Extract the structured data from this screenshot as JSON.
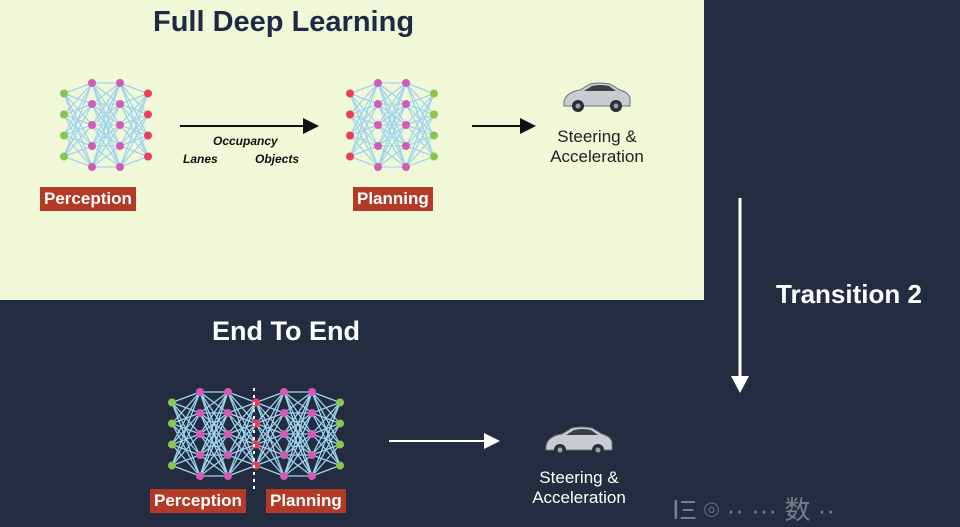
{
  "top": {
    "title": "Full Deep Learning",
    "perception_label": "Perception",
    "planning_label": "Planning",
    "intermediate": {
      "occupancy": "Occupancy",
      "lanes": "Lanes",
      "objects": "Objects"
    },
    "output": {
      "line1": "Steering &",
      "line2": "Acceleration"
    }
  },
  "transition_label": "Transition 2",
  "bottom": {
    "title": "End To End",
    "perception_label": "Perception",
    "planning_label": "Planning",
    "output": {
      "line1": "Steering &",
      "line2": "Acceleration"
    }
  },
  "watermark": "ⅠΞ ⌾ ·· ··· 数 ··",
  "colors": {
    "top_panel_bg": "#f1f8d8",
    "dark_bg": "#232c40",
    "label_red": "#b23a27",
    "node_pink": "#d55ab6",
    "node_green": "#8ac64f",
    "node_red": "#e8405a",
    "edge_blue": "#9fd4ee"
  },
  "icons": [
    "car-icon",
    "arrow-right-icon",
    "arrow-down-icon",
    "neural-network-icon"
  ]
}
